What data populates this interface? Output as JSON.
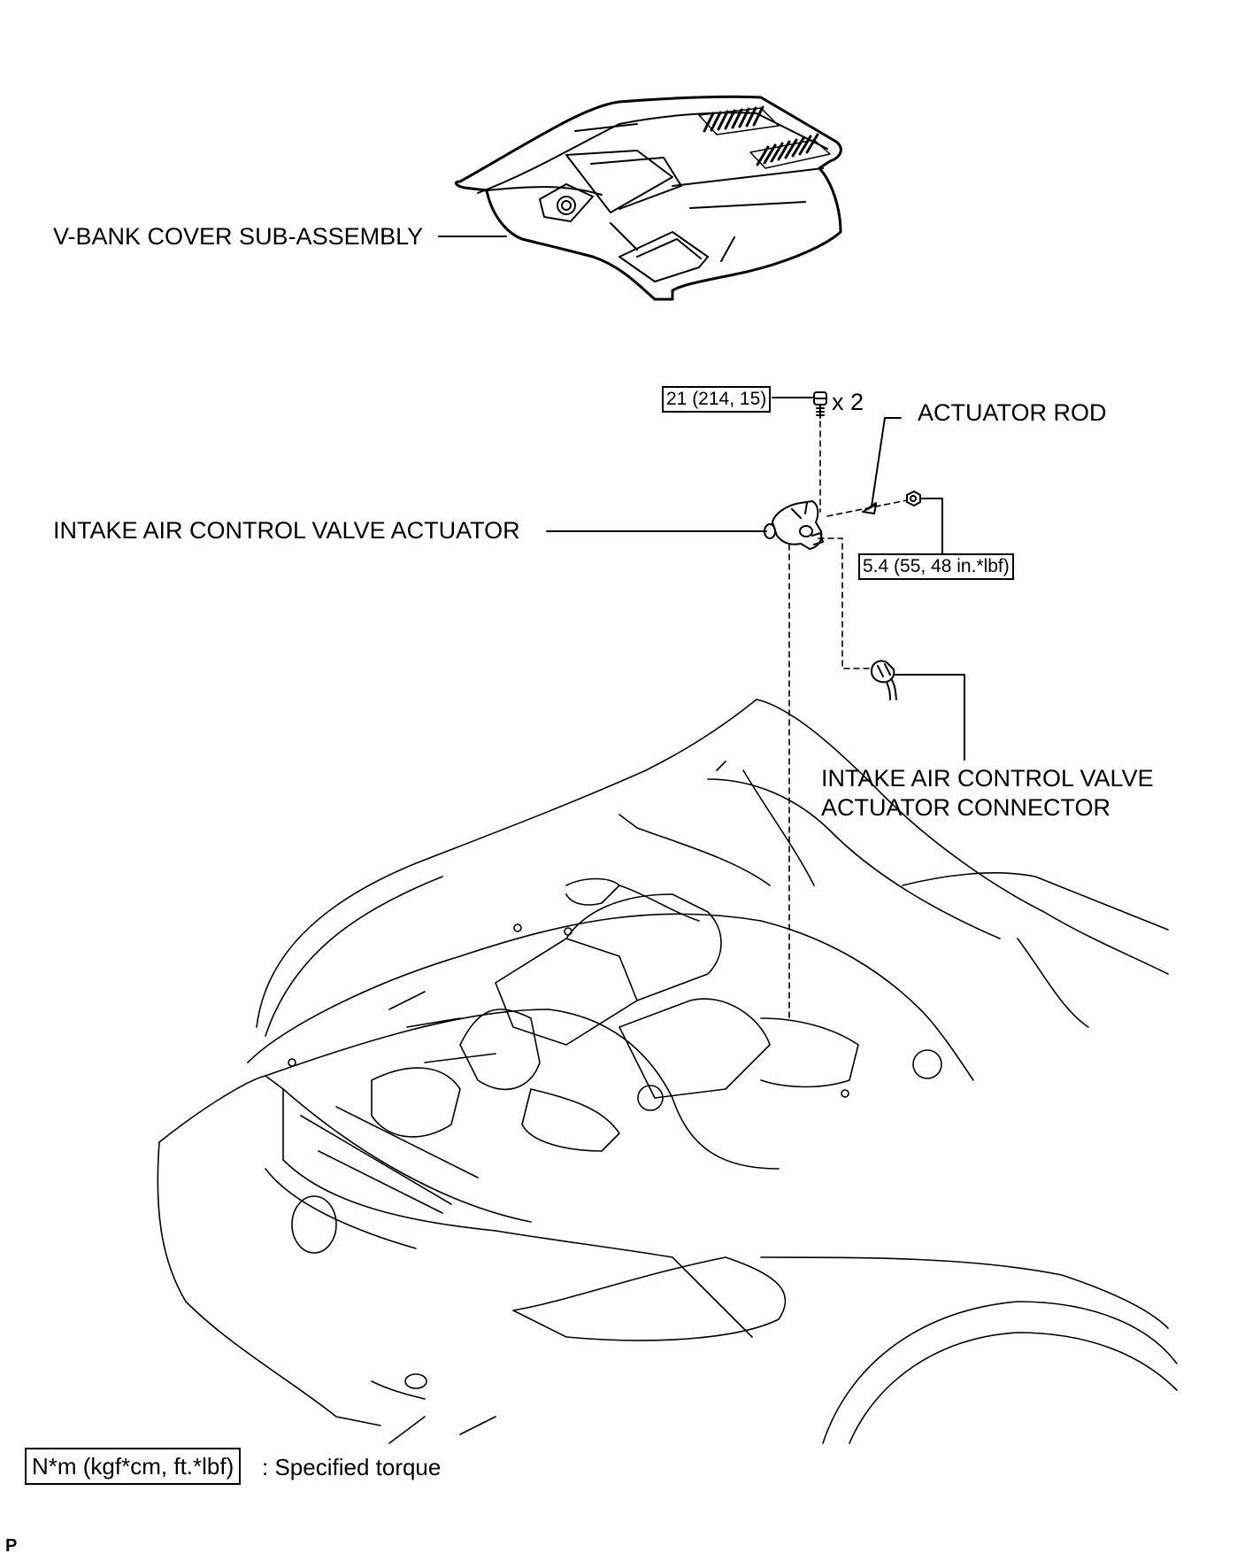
{
  "labels": {
    "v_bank_cover": "V-BANK COVER SUB-ASSEMBLY",
    "actuator_rod": "ACTUATOR ROD",
    "intake_actuator": "INTAKE AIR CONTROL VALVE ACTUATOR",
    "connector_line1": "INTAKE AIR CONTROL VALVE",
    "connector_line2": "ACTUATOR CONNECTOR",
    "quantity": "x 2"
  },
  "torque": {
    "bolt": "21 (214, 15)",
    "nut": "5.4 (55, 48 in.*lbf)"
  },
  "legend": {
    "unit_box": "N*m (kgf*cm, ft.*lbf)",
    "description": ": Specified torque"
  },
  "corner_mark": "P"
}
